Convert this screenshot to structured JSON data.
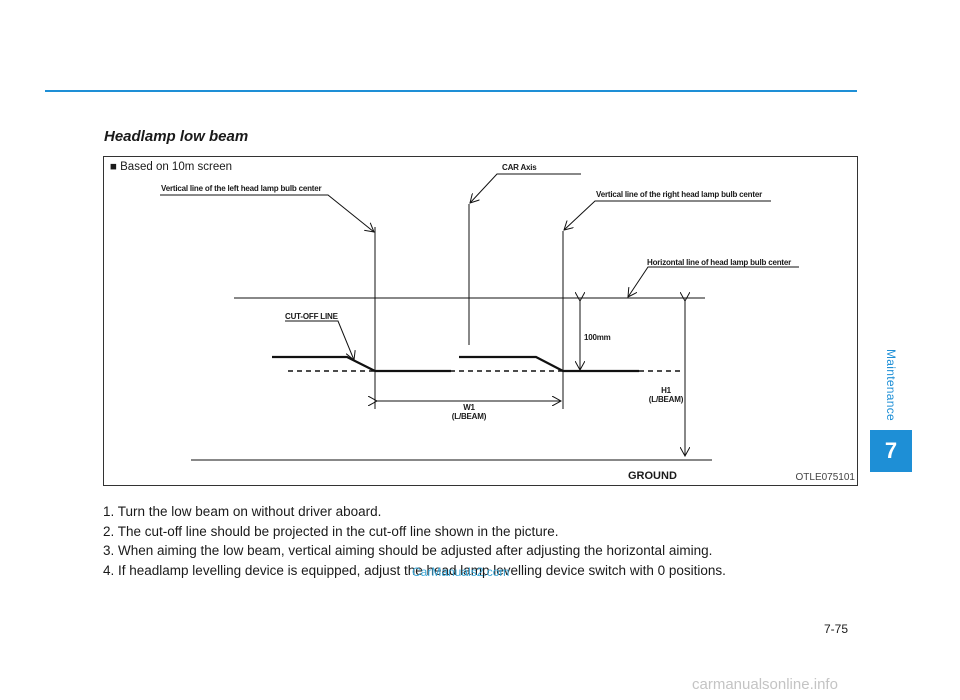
{
  "section_title": "Headlamp low beam",
  "figure": {
    "note": "■ Based on 10m screen",
    "labels": {
      "left_center": "Vertical line of the left head lamp bulb center",
      "car_axis": "CAR Axis",
      "right_center": "Vertical line of the right head lamp bulb center",
      "horizontal_center": "Horizontal line of head lamp bulb center",
      "cutoff": "CUT-OFF LINE",
      "drop": "100mm",
      "h1": "H1",
      "h1_sub": "(L/BEAM)",
      "w1": "W1",
      "w1_sub": "(L/BEAM)",
      "ground": "GROUND"
    },
    "code": "OTLE075101"
  },
  "steps": [
    "1. Turn the low beam on without driver aboard.",
    "2. The cut-off line should be projected in the cut-off line shown in the picture.",
    "3. When aiming the low beam, vertical aiming should be adjusted after adjusting the horizontal aiming.",
    "4. If headlamp levelling device is equipped, adjust the head lamp levelling device switch with 0 positions."
  ],
  "watermark": "CarManuals2.com",
  "side_tab": {
    "label": "Maintenance",
    "chapter": "7"
  },
  "page_number": "7-75",
  "footer_watermark": "carmanualsonline.info",
  "colors": {
    "accent": "#1e8fd6"
  }
}
